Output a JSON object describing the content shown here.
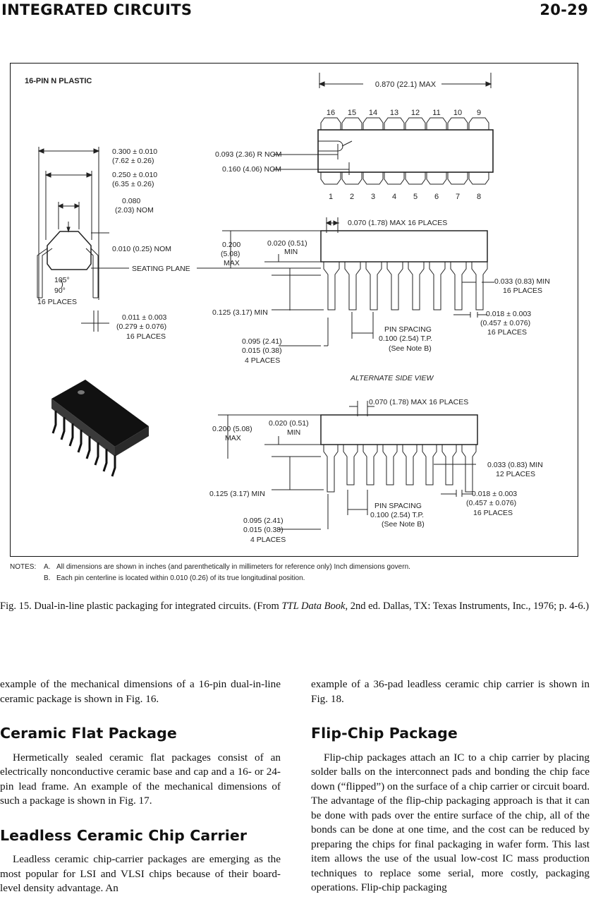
{
  "header": {
    "section_title": "INTEGRATED CIRCUITS",
    "page_number": "20-29"
  },
  "figure": {
    "package_label": "16-PIN N PLASTIC",
    "top_view": {
      "length_dim": "0.870 (22.1) MAX",
      "top_pins": [
        "16",
        "15",
        "14",
        "13",
        "12",
        "11",
        "10",
        "9"
      ],
      "bottom_pins": [
        "1",
        "2",
        "3",
        "4",
        "5",
        "6",
        "7",
        "8"
      ],
      "notch_radius": "0.093 (2.36) R NOM",
      "notch_depth": "0.160 (4.06) NOM"
    },
    "end_view": {
      "row_spacing": "0.300 ± 0.010",
      "row_spacing_mm": "(7.62 ± 0.26)",
      "body_width": "0.250 ± 0.010",
      "body_width_mm": "(6.35 ± 0.26)",
      "top_flat": "0.080",
      "top_flat_mm": "(2.03) NOM",
      "chamfer": "0.010 (0.25) NOM",
      "seating_plane": "SEATING PLANE",
      "angle_max": "105°",
      "angle_min": "90°",
      "angle_places": "16 PLACES",
      "lead_thickness": "0.011 ± 0.003",
      "lead_thickness_mm": "(0.279 ± 0.076)",
      "lead_thickness_places": "16 PLACES"
    },
    "side_view": {
      "pin_width": "0.070 (1.78) MAX 16 PLACES",
      "height": "0.200",
      "height_mm": "(5.08)",
      "height_max": "MAX",
      "standoff": "0.020 (0.51)",
      "standoff_min": "MIN",
      "shoulder": "0.033 (0.83) MIN",
      "shoulder_places": "16 PLACES",
      "pin_dia": "0.018 ± 0.003",
      "pin_dia_mm": "(0.457 ± 0.076)",
      "pin_dia_places": "16 PLACES",
      "lead_length": "0.125 (3.17) MIN",
      "pin_spacing": "PIN SPACING",
      "pin_spacing_val": "0.100 (2.54) T.P.",
      "pin_spacing_note": "(See Note B)",
      "end_lead_max": "0.095 (2.41)",
      "end_lead_min": "0.015 (0.38)",
      "end_lead_places": "4 PLACES"
    },
    "alternate_view": {
      "title": "ALTERNATE SIDE VIEW",
      "pin_width": "0.070 (1.78) MAX 16 PLACES",
      "height": "0.200 (5.08)",
      "height_max": "MAX",
      "standoff": "0.020 (0.51)",
      "standoff_min": "MIN",
      "shoulder": "0.033 (0.83) MIN",
      "shoulder_places": "12 PLACES",
      "pin_dia": "0.018 ± 0.003",
      "pin_dia_mm": "(0.457 ± 0.076)",
      "pin_dia_places": "16 PLACES",
      "lead_length": "0.125 (3.17) MIN",
      "pin_spacing": "PIN SPACING",
      "pin_spacing_val": "0.100 (2.54) T.P.",
      "pin_spacing_note": "(See Note B)",
      "end_lead_max": "0.095 (2.41)",
      "end_lead_min": "0.015 (0.38)",
      "end_lead_places": "4 PLACES"
    }
  },
  "notes": {
    "label": "NOTES:",
    "items": [
      {
        "key": "A.",
        "text": "All dimensions are shown in inches (and parenthetically in millimeters for reference only)   Inch dimensions govern."
      },
      {
        "key": "B.",
        "text": "Each pin centerline is located within 0.010 (0.26) of its true longitudinal position."
      }
    ]
  },
  "caption": {
    "prefix": "Fig. 15. Dual-in-line plastic packaging for integrated circuits. (From ",
    "source_title": "TTL Data Book",
    "suffix": ", 2nd ed. Dallas, TX: Texas Instruments, Inc., 1976; p. 4-6.)"
  },
  "left_column": {
    "intro": "example of the mechanical dimensions of a 16-pin dual-in-line ceramic package is shown in Fig. 16.",
    "heading1": "Ceramic Flat Package",
    "para1": "Hermetically sealed ceramic flat packages consist of an electrically nonconductive ceramic base and cap and a 16- or 24-pin lead frame. An example of the mechanical dimensions of such a package is shown in Fig. 17.",
    "heading2": "Leadless Ceramic Chip Carrier",
    "para2": "Leadless ceramic chip-carrier packages are emerging as the most popular for LSI and VLSI chips because of their board-level density advantage. An"
  },
  "right_column": {
    "intro": "example of a 36-pad leadless ceramic chip carrier is shown in Fig. 18.",
    "heading1": "Flip-Chip Package",
    "para1": "Flip-chip packages attach an IC to a chip carrier by placing solder balls on the interconnect pads and bonding the chip face down (“flipped”) on the surface of a chip carrier or circuit board. The advantage of the flip-chip packaging approach is that it can be done with pads over the entire surface of the chip, all of the bonds can be done at one time, and the cost can be reduced by preparing the chips for final packaging in wafer form. This last item allows the use of the usual low-cost IC mass production techniques to replace some serial, more costly, packaging operations. Flip-chip packaging"
  }
}
